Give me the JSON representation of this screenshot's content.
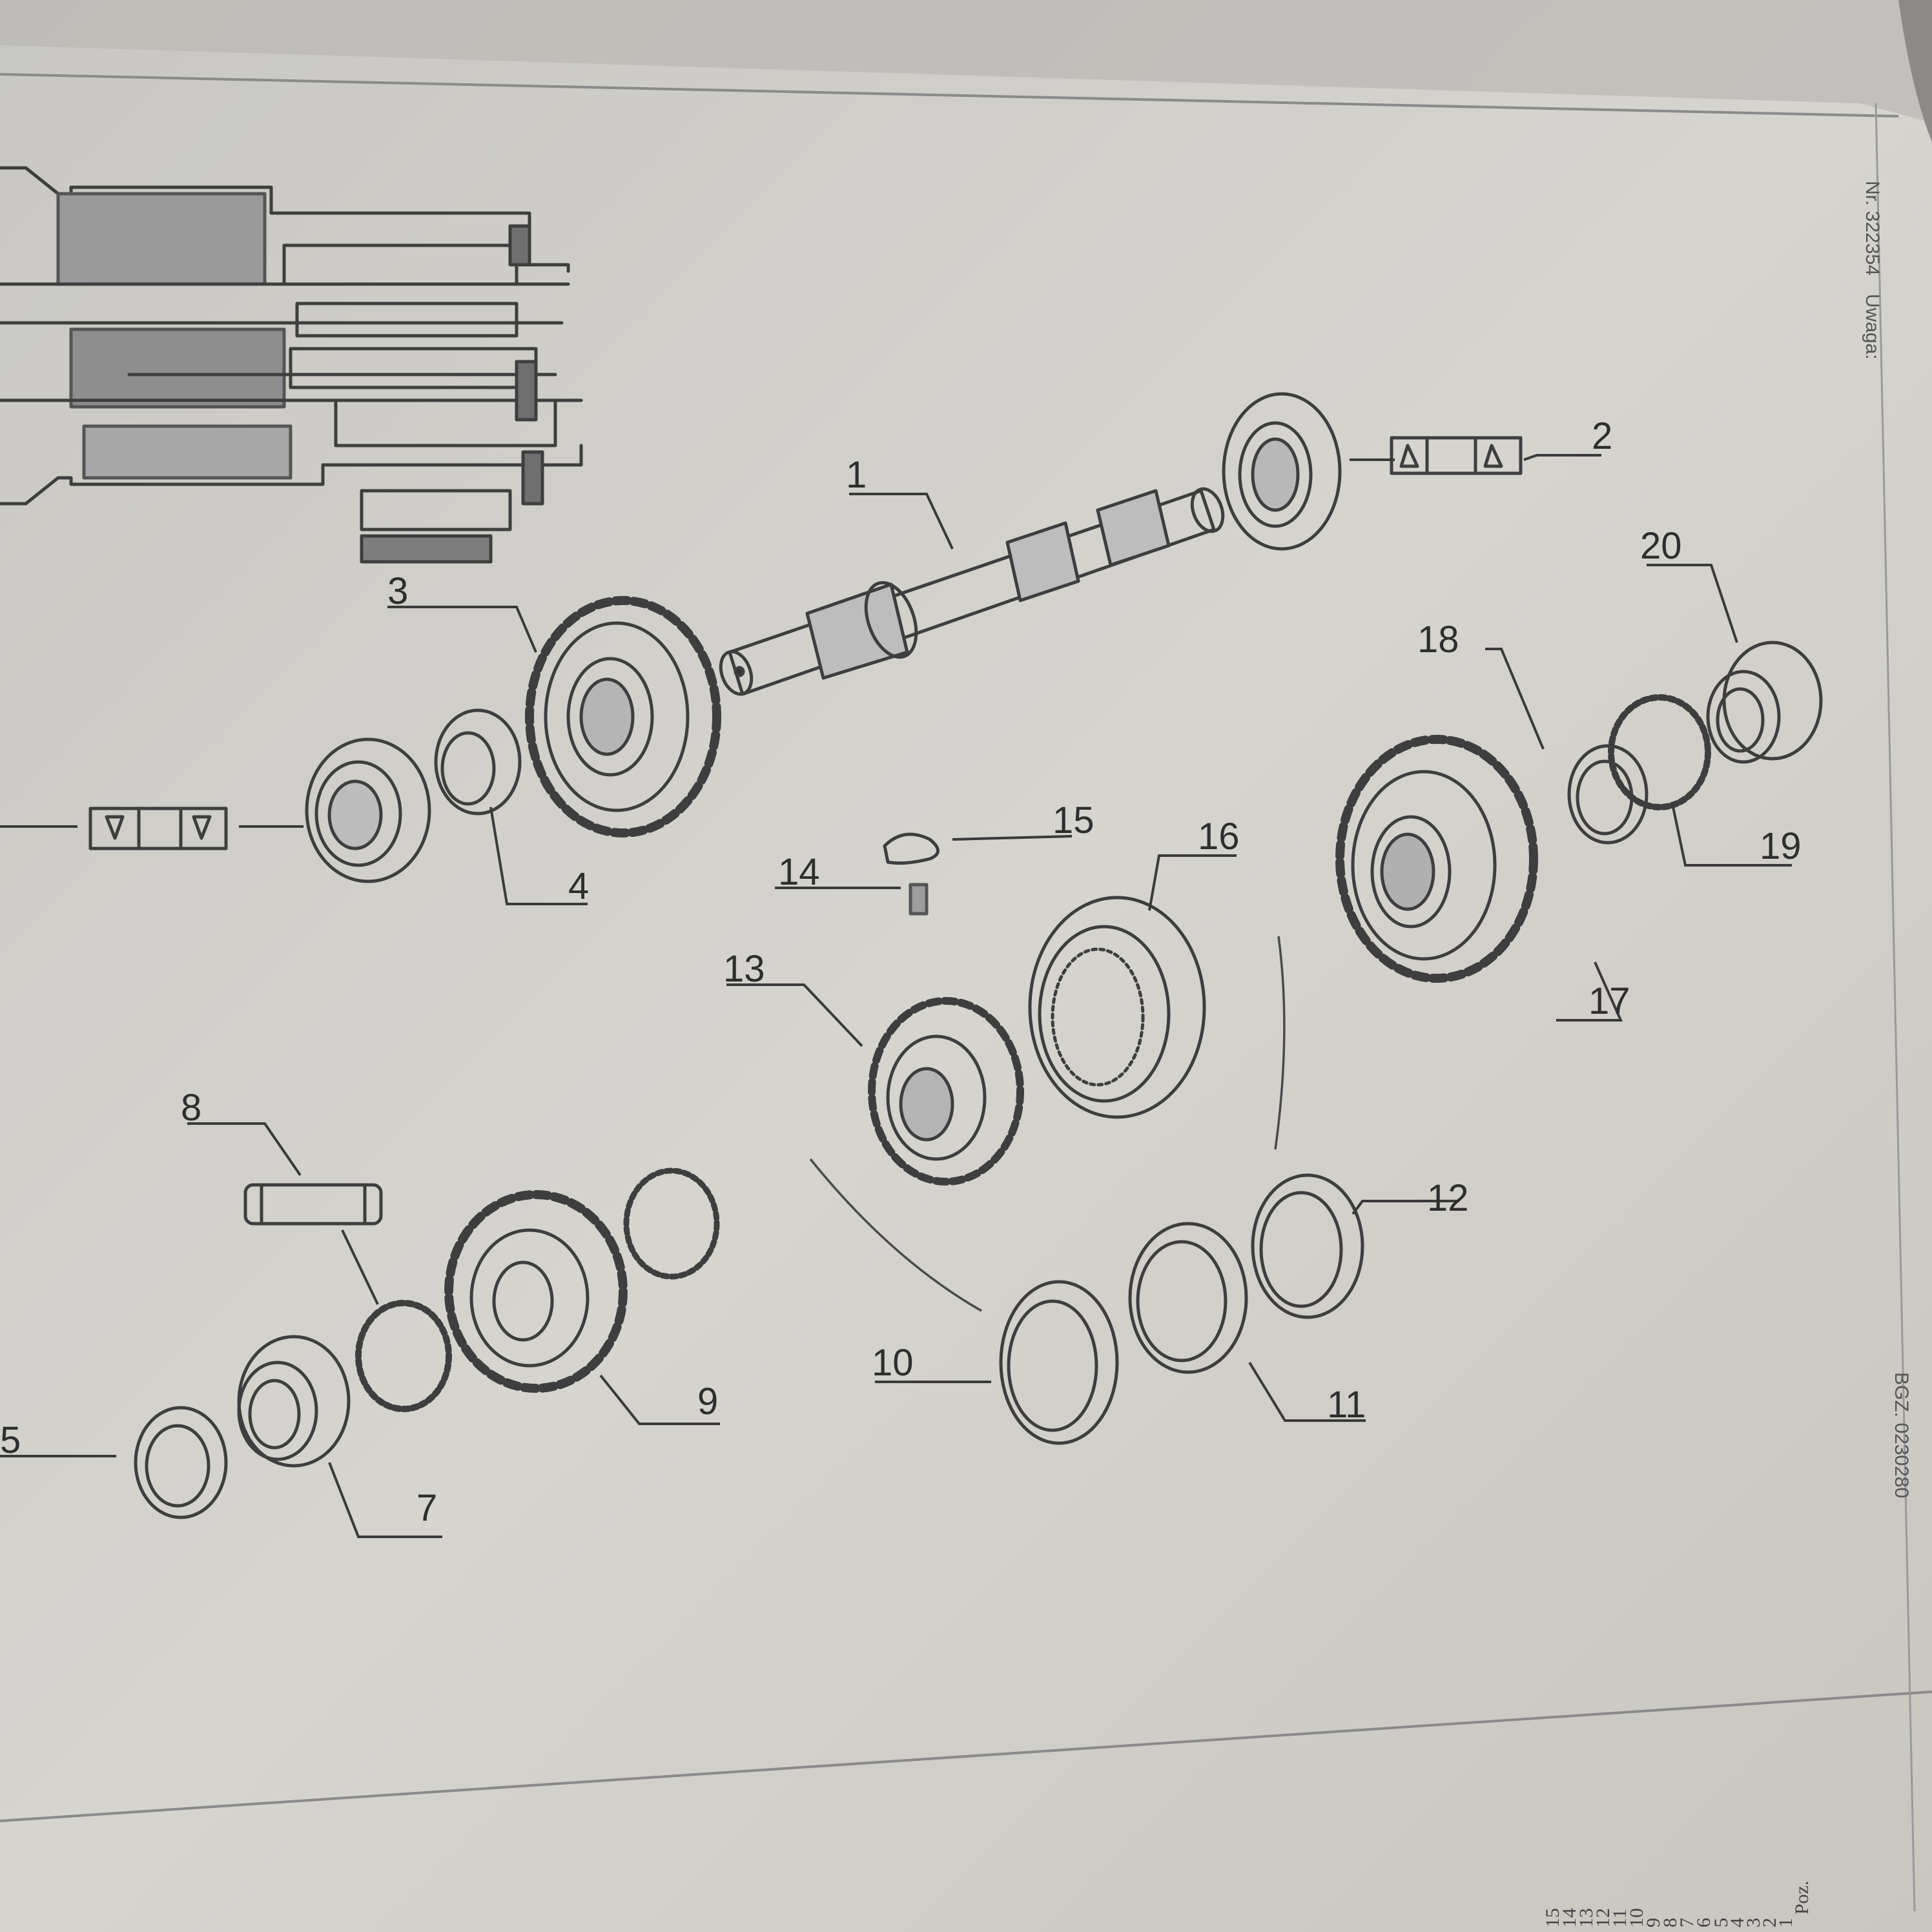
{
  "side_header": {
    "drawing_number": "Nr. 322354",
    "note_label": "Uwaga:"
  },
  "side_footer": {
    "code": "BGZ. 0230280"
  },
  "position_column": {
    "header": "Poz.",
    "numbers": [
      "1",
      "2",
      "3",
      "4",
      "5",
      "6",
      "7",
      "8",
      "9",
      "10",
      "11",
      "12",
      "13",
      "14",
      "15"
    ]
  },
  "part_labels": [
    {
      "id": "p1",
      "text": "1"
    },
    {
      "id": "p2",
      "text": "2"
    },
    {
      "id": "p3",
      "text": "3"
    },
    {
      "id": "p4",
      "text": "4"
    },
    {
      "id": "p5",
      "text": "5"
    },
    {
      "id": "p7",
      "text": "7"
    },
    {
      "id": "p8",
      "text": "8"
    },
    {
      "id": "p9",
      "text": "9"
    },
    {
      "id": "p10",
      "text": "10"
    },
    {
      "id": "p11",
      "text": "11"
    },
    {
      "id": "p12",
      "text": "12"
    },
    {
      "id": "p13",
      "text": "13"
    },
    {
      "id": "p14",
      "text": "14"
    },
    {
      "id": "p15",
      "text": "15"
    },
    {
      "id": "p16",
      "text": "16"
    },
    {
      "id": "p17",
      "text": "17"
    },
    {
      "id": "p18",
      "text": "18"
    },
    {
      "id": "p19",
      "text": "19"
    },
    {
      "id": "p20",
      "text": "20"
    }
  ],
  "colors": {
    "paper": "#d3d1cc",
    "ink": "#3e3e3e"
  },
  "icons": [
    "gearbox-housing-icon",
    "shaft-icon",
    "gear-icon",
    "bearing-icon",
    "ring-icon",
    "bushing-icon",
    "key-icon",
    "sleeve-icon"
  ]
}
